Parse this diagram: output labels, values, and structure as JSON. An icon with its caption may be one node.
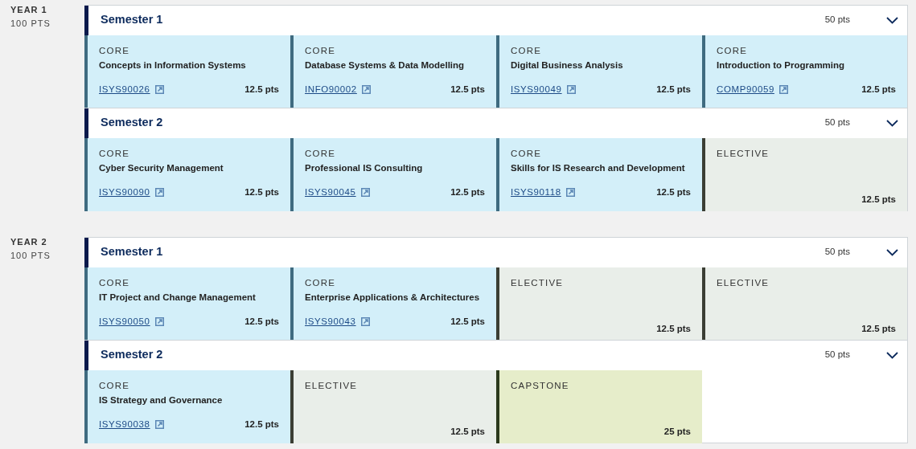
{
  "diagram": {
    "nodes": [
      {
        "text": [
          "YEAR 1",
          "100 PTS"
        ]
      },
      {
        "text": [
          "Semester 1",
          "50 pts"
        ],
        "in": 0
      },
      {
        "text": [
          "CORE",
          "Concepts in Information Systems",
          "ISYS90026",
          "12.5 pts"
        ],
        "in": 1
      },
      {
        "text": [
          "CORE",
          "Database Systems & Data Modelling",
          "INFO90002",
          "12.5 pts"
        ],
        "in": 1
      },
      {
        "text": [
          "CORE",
          "Digital Business Analysis",
          "ISYS90049",
          "12.5 pts"
        ],
        "in": 1
      },
      {
        "text": [
          "CORE",
          "Introduction to Programming",
          "COMP90059",
          "12.5 pts"
        ],
        "in": 1
      },
      {
        "text": [
          "Semester 2",
          "50 pts"
        ],
        "in": 0
      },
      {
        "text": [
          "CORE",
          "Cyber Security Management",
          "ISYS90090",
          "12.5 pts"
        ],
        "in": 6
      },
      {
        "text": [
          "CORE",
          "Professional IS Consulting",
          "ISYS90045",
          "12.5 pts"
        ],
        "in": 6
      },
      {
        "text": [
          "CORE",
          "Skills for IS Research and Development",
          "ISYS90118",
          "12.5 pts"
        ],
        "in": 6
      },
      {
        "text": [
          "ELECTIVE",
          "12.5 pts"
        ],
        "in": 6
      },
      {
        "text": [
          "YEAR 2",
          "100 PTS"
        ]
      },
      {
        "text": [
          "Semester 1",
          "50 pts"
        ],
        "in": 11
      },
      {
        "text": [
          "CORE",
          "IT Project and Change Management",
          "ISYS90050",
          "12.5 pts"
        ],
        "in": 12
      },
      {
        "text": [
          "CORE",
          "Enterprise Applications & Architectures",
          "ISYS90043",
          "12.5 pts"
        ],
        "in": 12
      },
      {
        "text": [
          "ELECTIVE",
          "12.5 pts"
        ],
        "in": 12
      },
      {
        "text": [
          "ELECTIVE",
          "12.5 pts"
        ],
        "in": 12
      },
      {
        "text": [
          "Semester 2",
          "50 pts"
        ],
        "in": 11
      },
      {
        "text": [
          "CORE",
          "IS Strategy and Governance",
          "ISYS90038",
          "12.5 pts"
        ],
        "in": 17
      },
      {
        "text": [
          "ELECTIVE",
          "12.5 pts"
        ],
        "in": 17
      },
      {
        "text": [
          "CAPSTONE",
          "25 pts"
        ],
        "in": 17
      }
    ]
  }
}
